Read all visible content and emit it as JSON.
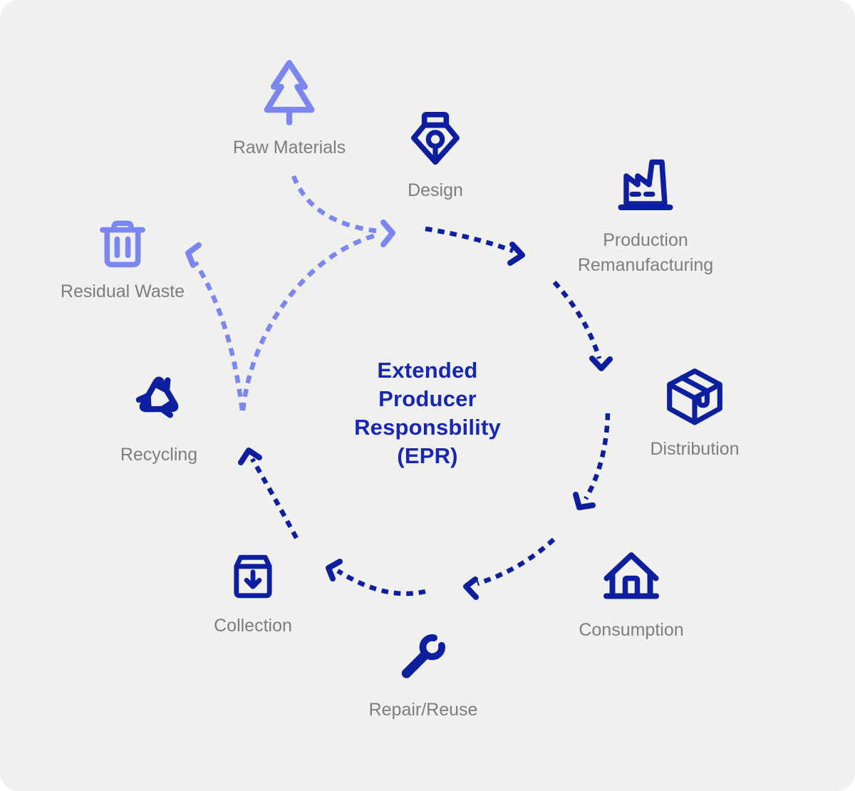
{
  "diagram": {
    "background": "#f0f0ee",
    "colors": {
      "primary_blue": "#0d1f9e",
      "secondary_purple": "#7b86ee",
      "title_blue": "#1727b4",
      "label_gray": "#7d7d82"
    },
    "title": {
      "lines": [
        "Extended",
        "Producer",
        "Responsbility",
        "(EPR)"
      ]
    },
    "nodes": [
      {
        "id": "raw-materials",
        "label": "Raw Materials",
        "icon": "tree-icon",
        "tone": "secondary"
      },
      {
        "id": "design",
        "label": "Design",
        "icon": "pen-nib-icon",
        "tone": "primary"
      },
      {
        "id": "production",
        "label": "Production Remanufacturing",
        "lines": [
          "Production",
          "Remanufacturing"
        ],
        "icon": "factory-icon",
        "tone": "primary"
      },
      {
        "id": "distribution",
        "label": "Distribution",
        "icon": "package-box-icon",
        "tone": "primary"
      },
      {
        "id": "consumption",
        "label": "Consumption",
        "icon": "house-icon",
        "tone": "primary"
      },
      {
        "id": "repair-reuse",
        "label": "Repair/Reuse",
        "icon": "wrench-icon",
        "tone": "primary"
      },
      {
        "id": "collection",
        "label": "Collection",
        "icon": "collection-box-icon",
        "tone": "primary"
      },
      {
        "id": "recycling",
        "label": "Recycling",
        "icon": "recycle-icon",
        "tone": "primary"
      },
      {
        "id": "residual-waste",
        "label": "Residual Waste",
        "icon": "trash-icon",
        "tone": "secondary"
      }
    ],
    "arrows": [
      {
        "name": "design-to-production",
        "style": "primary-dashed"
      },
      {
        "name": "production-to-distribution",
        "style": "primary-dashed"
      },
      {
        "name": "distribution-to-consumption",
        "style": "primary-dashed"
      },
      {
        "name": "consumption-to-repair-reuse",
        "style": "primary-dashed"
      },
      {
        "name": "repair-reuse-to-collection",
        "style": "primary-dashed"
      },
      {
        "name": "collection-to-recycling",
        "style": "primary-dashed"
      },
      {
        "name": "raw-materials-into-cycle",
        "style": "secondary-dashed"
      },
      {
        "name": "recycling-back-into-cycle",
        "style": "secondary-dashed"
      },
      {
        "name": "cycle-to-residual-waste",
        "style": "secondary-dashed"
      }
    ]
  }
}
